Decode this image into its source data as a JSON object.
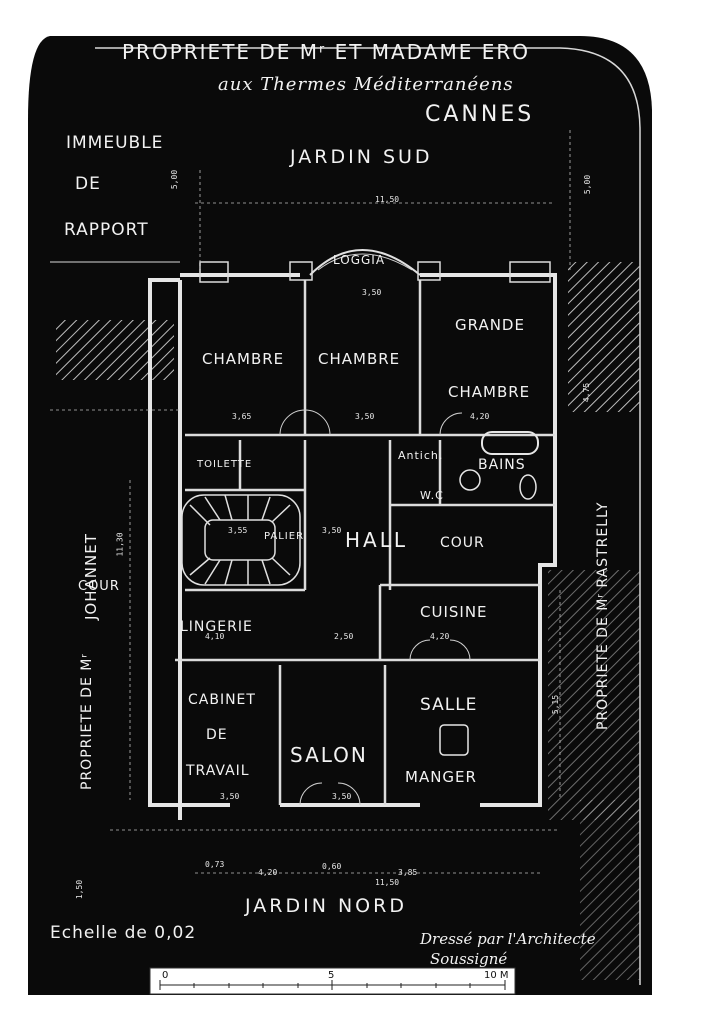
{
  "title": {
    "line1": "PROPRIETE DE Mʳ ET MADAME ERO",
    "line2": "aux Thermes Méditerranéens",
    "city": "CANNES"
  },
  "gardens": {
    "south": "JARDIN SUD",
    "north": "JARDIN NORD"
  },
  "neighbors": {
    "left_top_1": "IMMEUBLE",
    "left_top_2": "DE",
    "left_top_3": "RAPPORT",
    "left_owner_1": "JOHANNET",
    "left_owner_2": "PROPRIETE DE Mʳ",
    "right_owner": "PROPRIETE DE Mʳ RASTRELLY"
  },
  "rooms": {
    "loggia": "LOGGIA",
    "chambre_1": "CHAMBRE",
    "chambre_2": "CHAMBRE",
    "grande": "GRANDE",
    "grande_chambre": "CHAMBRE",
    "antich": "Antich.",
    "bains": "BAINS",
    "wc": "W.C",
    "toilette": "TOILETTE",
    "palier": "PALIER",
    "hall": "HALL",
    "cour_right": "COUR",
    "cour_left": "COUR",
    "cuisine": "CUISINE",
    "lingerie": "LINGERIE",
    "cabinet": "CABINET",
    "de": "DE",
    "travail": "TRAVAIL",
    "salon": "SALON",
    "salle": "SALLE",
    "manger": "MANGER"
  },
  "dimensions": {
    "top_width": "11,50",
    "bottom_width": "11,50",
    "south_depth": "5,00",
    "south_depth_right": "5,00",
    "north_depth": "1,50",
    "hall_side": "3,50",
    "lingerie_w": "4,10",
    "hall_w": "2,50",
    "cuisine_w": "4,20",
    "cab_w": "3,50",
    "salon_w": "3,50",
    "left_wall": "11,30",
    "right_wall": "5,15",
    "right_upper": "4,75",
    "ch1_w": "3,65",
    "ch2_w": "3,50",
    "grande_w": "4,20",
    "palier_w": "3,55",
    "loggia_w": "3,50",
    "b1": "4,20",
    "b2": "3,85",
    "b3": "0,73",
    "b4": "0,60"
  },
  "scale": {
    "label": "Echelle de 0,02",
    "ticks": [
      "0",
      "5",
      "10 M"
    ]
  },
  "signature": {
    "line1": "Dressé par l'Architecte",
    "line2": "Soussigné"
  }
}
